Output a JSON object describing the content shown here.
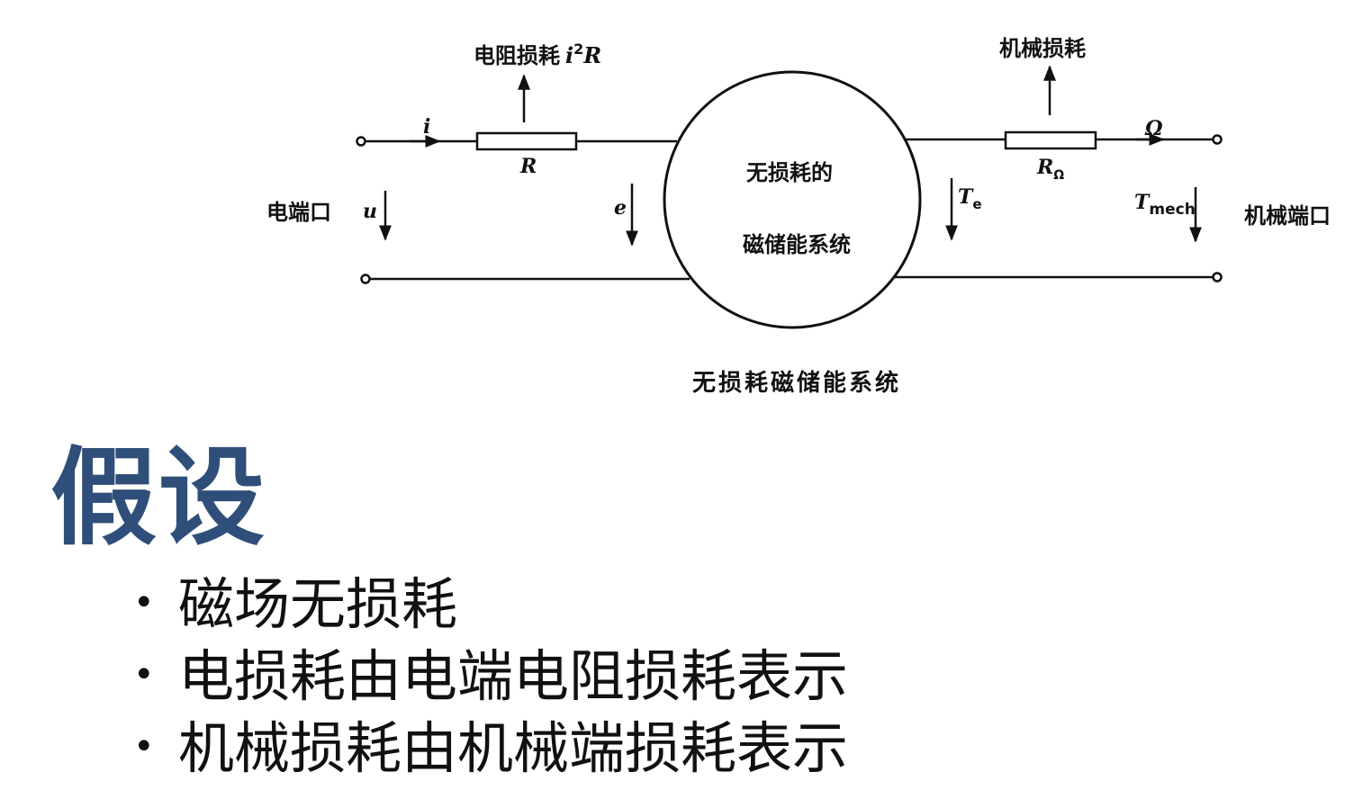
{
  "diagram": {
    "resistor_loss_label": "电阻损耗",
    "resistor_loss_expr": {
      "i": "i",
      "exp": "2",
      "r": "R"
    },
    "mech_loss_label": "机械损耗",
    "current_label": "i",
    "resistor_label": "R",
    "mech_resistor_label": {
      "base": "R",
      "sub": "Ω"
    },
    "omega_label": "Ω",
    "electric_port_label": "电端口",
    "voltage_label": "u",
    "emf_label": "e",
    "te_label": {
      "base": "T",
      "sub": "e"
    },
    "tmech_label": {
      "base": "T",
      "sub": "mech"
    },
    "mech_port_label": "机械端口",
    "circle_line1": "无损耗的",
    "circle_line2": "磁储能系统",
    "caption": "无损耗磁储能系统"
  },
  "heading": "假设",
  "bullets": [
    "磁场无损耗",
    "电损耗由电端电阻损耗表示",
    "机械损耗由机械端损耗表示"
  ],
  "bullet_symbol": "•",
  "colors": {
    "heading": "#2f4f7a",
    "line": "#111111"
  }
}
